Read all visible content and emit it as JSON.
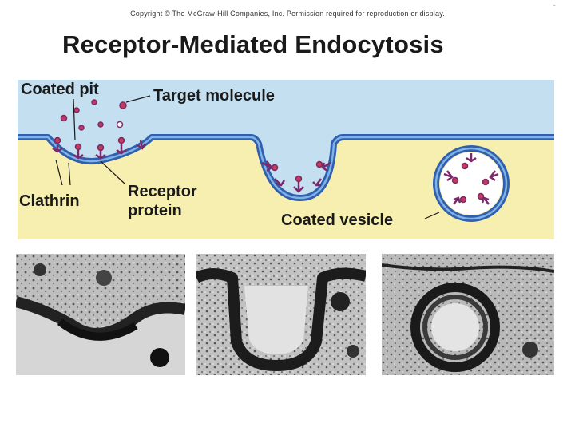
{
  "header": {
    "copyright": "Copyright © The McGraw-Hill Companies, Inc. Permission required for reproduction or display.",
    "corner_mark": "-"
  },
  "title": "Receptor-Mediated Endocytosis",
  "diagram": {
    "labels": {
      "coated_pit": "Coated pit",
      "target_molecule": "Target molecule",
      "clathrin": "Clathrin",
      "receptor_protein_line1": "Receptor",
      "receptor_protein_line2": "protein",
      "coated_vesicle": "Coated vesicle"
    },
    "colors": {
      "extracellular": "#c4dff0",
      "cytoplasm": "#f7efb0",
      "membrane": "#3f74c4",
      "membrane_inner": "#7fb3e6",
      "receptor": "#7a2a6a",
      "molecule": "#c43a5a",
      "vesicle_lumen": "#ffffff"
    }
  },
  "micrographs": [
    {
      "stage": "coated pit"
    },
    {
      "stage": "invaginating pit"
    },
    {
      "stage": "coated vesicle"
    }
  ]
}
